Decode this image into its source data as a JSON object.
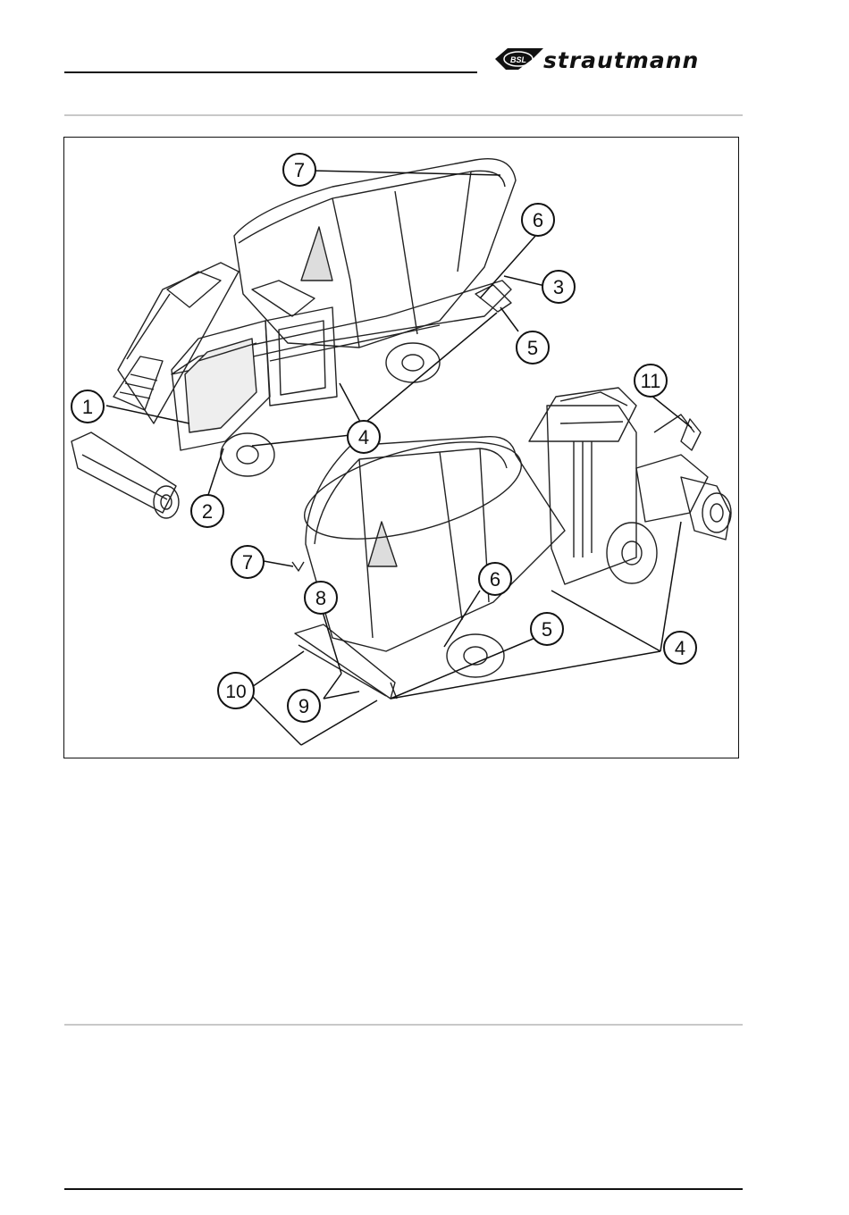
{
  "header": {
    "brand_badge": "BSL",
    "brand_name": "strautmann"
  },
  "figure": {
    "callouts": [
      "1",
      "2",
      "3",
      "4",
      "5",
      "6",
      "7",
      "8",
      "9",
      "10",
      "11"
    ]
  }
}
